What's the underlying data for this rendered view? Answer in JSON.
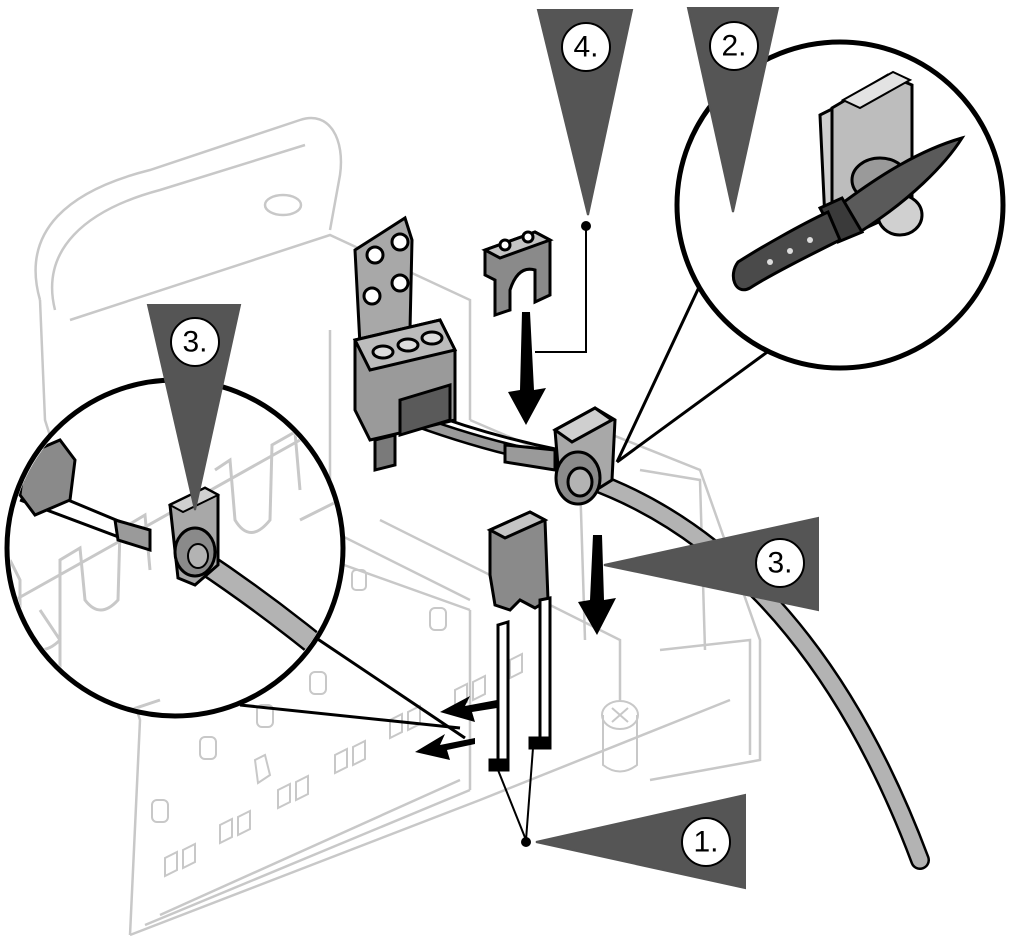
{
  "callouts": [
    {
      "id": "step-1",
      "label": "1."
    },
    {
      "id": "step-2",
      "label": "2."
    },
    {
      "id": "step-3-left",
      "label": "3."
    },
    {
      "id": "step-3-right",
      "label": "3."
    },
    {
      "id": "step-4",
      "label": "4."
    }
  ],
  "colors": {
    "callout_fill": "#555555",
    "ghost_line": "#c8c8c8",
    "part_fill": "#9a9a9a",
    "part_dark": "#5a5a5a",
    "cable": "#b3b3b3",
    "outline": "#000000"
  },
  "icons": [
    "knife-icon",
    "arrow-down-icon",
    "arrow-left-icon"
  ]
}
